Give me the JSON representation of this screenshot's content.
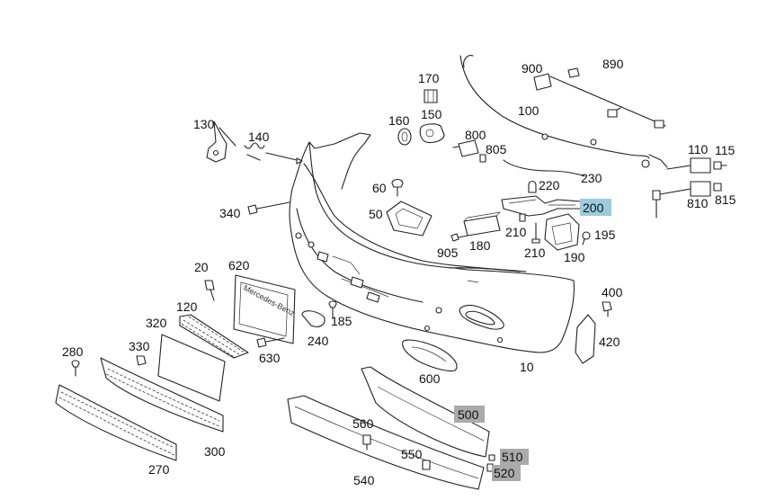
{
  "labels": {
    "l10": "10",
    "l20": "20",
    "l50": "50",
    "l60": "60",
    "l100": "100",
    "l110": "110",
    "l115": "115",
    "l120": "120",
    "l130": "130",
    "l140": "140",
    "l150": "150",
    "l160": "160",
    "l170": "170",
    "l180": "180",
    "l185": "185",
    "l190": "190",
    "l195": "195",
    "l200": "200",
    "l210a": "210",
    "l210b": "210",
    "l220": "220",
    "l230": "230",
    "l240": "240",
    "l270": "270",
    "l280": "280",
    "l300": "300",
    "l320": "320",
    "l330": "330",
    "l340": "340",
    "l400": "400",
    "l420": "420",
    "l500": "500",
    "l510": "510",
    "l520": "520",
    "l540": "540",
    "l550": "550",
    "l560": "560",
    "l600": "600",
    "l620": "620",
    "l630": "630",
    "l800": "800",
    "l805": "805",
    "l810": "810",
    "l815": "815",
    "l890": "890",
    "l900": "900",
    "l905": "905"
  },
  "highlight_colors": {
    "selected": "#99ccdd",
    "marked": "#aaaaaa"
  },
  "plate_text": "Mercedes-Benz"
}
